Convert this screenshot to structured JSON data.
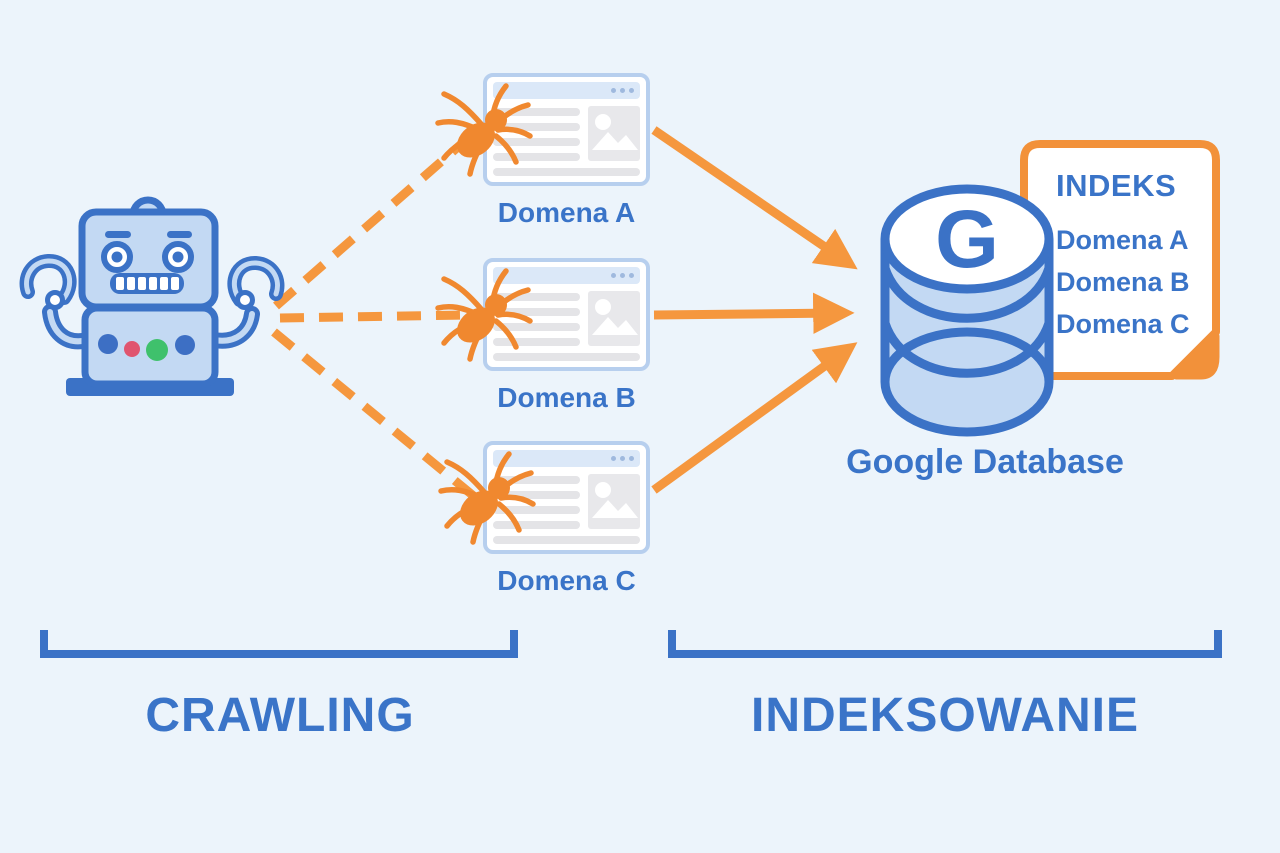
{
  "colors": {
    "background": "#ecf4fb",
    "blue": "#3b72c6",
    "light_blue_fill": "#c3d9f3",
    "orange": "#f2913a",
    "text_blue": "#3a74c8"
  },
  "domains": [
    {
      "label": "Domena A"
    },
    {
      "label": "Domena B"
    },
    {
      "label": "Domena C"
    }
  ],
  "database": {
    "letter": "G",
    "label": "Google Database"
  },
  "index_card": {
    "title": "INDEKS",
    "entries": [
      "Domena A",
      "Domena B",
      "Domena C"
    ]
  },
  "sections": {
    "crawling": "CRAWLING",
    "indexing": "INDEKSOWANIE"
  }
}
